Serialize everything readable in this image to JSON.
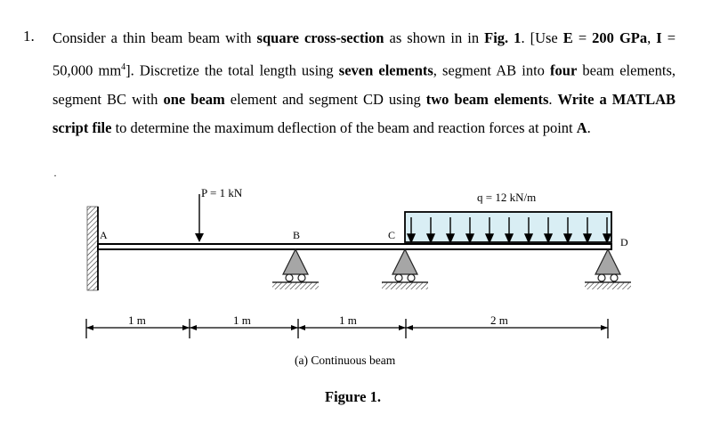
{
  "question": {
    "number": "1.",
    "seg1": "Consider a thin beam beam with ",
    "b1": "square cross-section",
    "seg2": " as shown in in ",
    "b2": "Fig. 1",
    "seg3": ". [Use ",
    "b3": "E",
    "seg4": " = ",
    "b4": "200 GPa",
    "seg5": ", ",
    "b5": "I",
    "seg6": " = 50,000  mm",
    "sup": "4",
    "seg7": "]. Discretize the total length using ",
    "b6": "seven elements",
    "seg8": ", segment AB into ",
    "b7": "four",
    "seg9": " beam elements, segment BC with ",
    "b8": "one beam",
    "seg10": " element and segment CD using ",
    "b9": "two beam elements",
    "seg11": ". ",
    "b10": "Write a MATLAB script file",
    "seg12": " to determine the maximum deflection of the beam and reaction forces at point ",
    "b11": "A",
    "seg13": "."
  },
  "stray_mark": "·",
  "figure": {
    "load_point": "P = 1 kN",
    "load_dist": "q = 12 kN/m",
    "point_a": "A",
    "point_b": "B",
    "point_c": "C",
    "point_d": "D",
    "dim_1": "1 m",
    "dim_2": "1 m",
    "dim_3": "1 m",
    "dim_4": "2 m",
    "caption": "(a) Continuous beam",
    "title": "Figure 1."
  }
}
